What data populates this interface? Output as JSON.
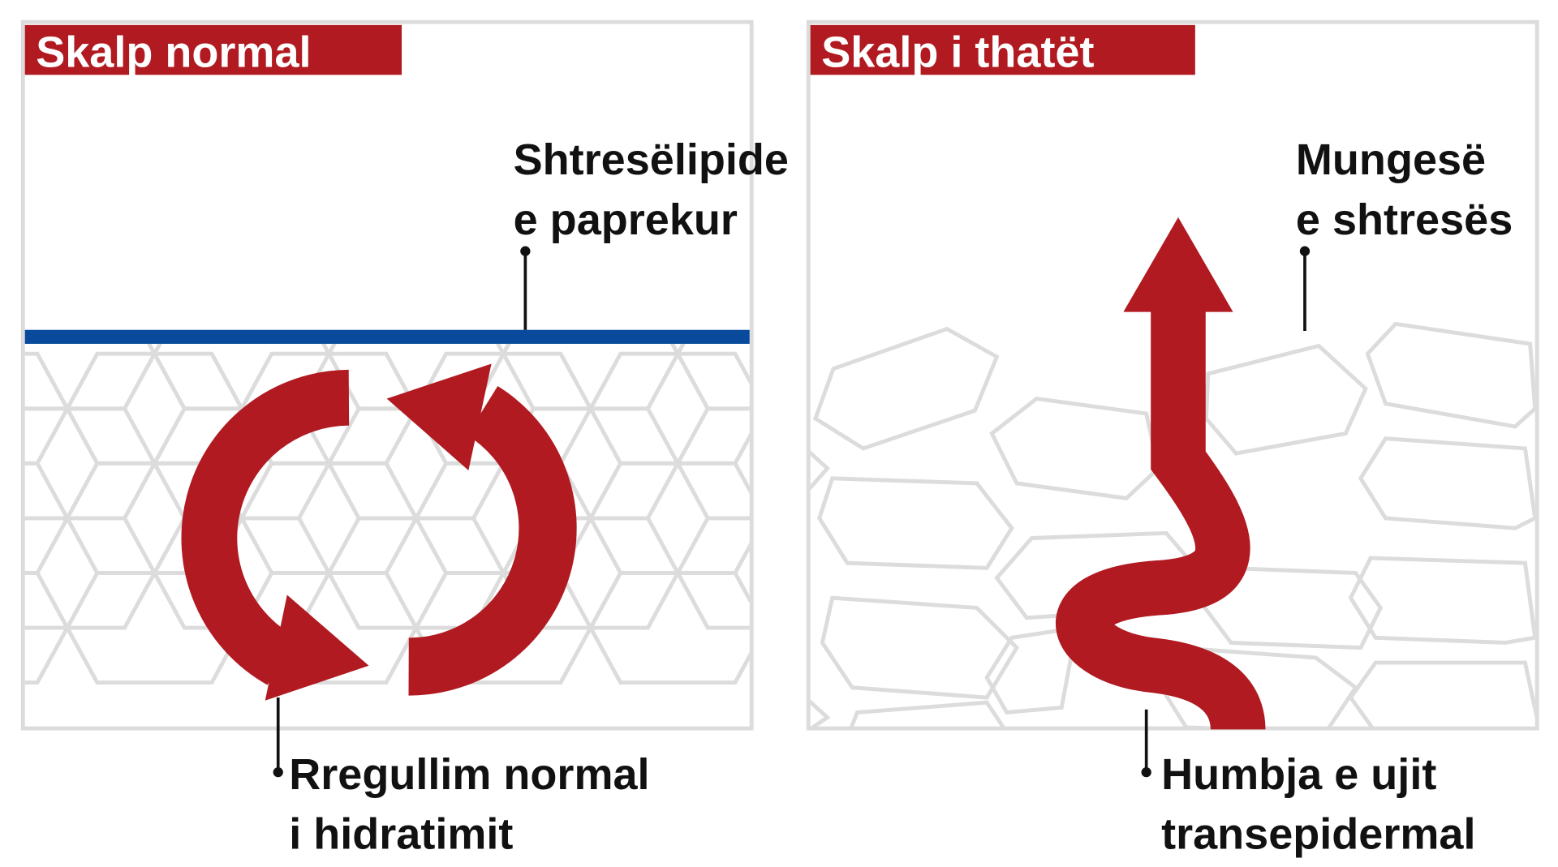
{
  "colors": {
    "red": "#b01a20",
    "blue": "#0a4a9c",
    "cell": "#dcdcdc",
    "frame": "#dcdcdc",
    "text": "#111111"
  },
  "panels": [
    {
      "title": "Skalp normal",
      "top_label": [
        "Shtresëlipide",
        "e paprekur"
      ],
      "bottom_label": [
        "Rregullim normal",
        "i hidratimit"
      ],
      "icon": "circular-arrows-icon"
    },
    {
      "title": "Skalp i thatët",
      "top_label": [
        "Mungesë",
        "e shtresës"
      ],
      "bottom_label": [
        "Humbja e ujit",
        "transepidermal"
      ],
      "icon": "wavy-up-arrow-icon"
    }
  ]
}
